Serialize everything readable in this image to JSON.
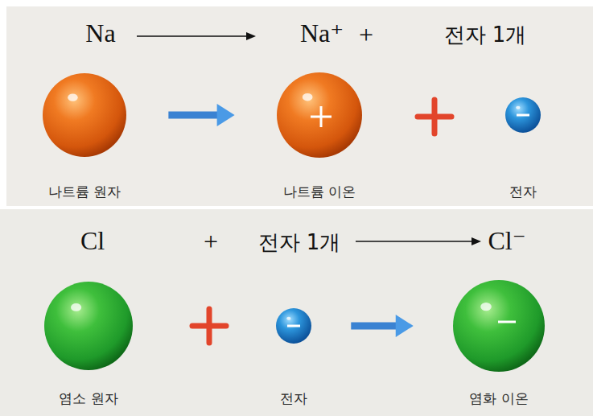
{
  "diagram": {
    "nodes": [
      {
        "text": [
          "나트륨 원자"
        ]
      },
      {
        "text": [
          "나트륨 이온"
        ]
      },
      {
        "text": [
          "전자"
        ]
      },
      {
        "text": [
          "염소 원자"
        ]
      },
      {
        "text": [
          "전자"
        ]
      },
      {
        "text": [
          "염화 이온"
        ]
      }
    ],
    "edges": [
      {
        "from": 0,
        "to": 1,
        "arrow": "to"
      },
      {
        "from": 4,
        "to": 5,
        "arrow": "to"
      }
    ],
    "labels": [
      "Na",
      "Na⁺",
      "+",
      "전자 1개",
      "Cl",
      "+",
      "전자 1개",
      "Cl⁻"
    ]
  }
}
